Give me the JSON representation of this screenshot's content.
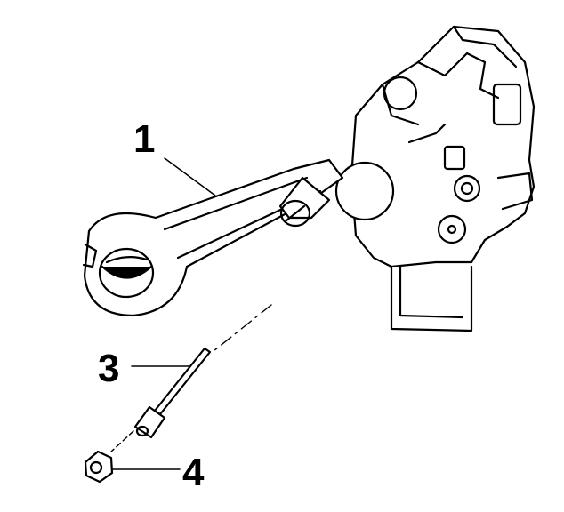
{
  "diagram": {
    "callouts": [
      {
        "label": "1",
        "part": "caliper-with-arm"
      },
      {
        "label": "3",
        "part": "pin"
      },
      {
        "label": "4",
        "part": "nut"
      }
    ],
    "line_color": "#000000",
    "background": "#ffffff"
  }
}
